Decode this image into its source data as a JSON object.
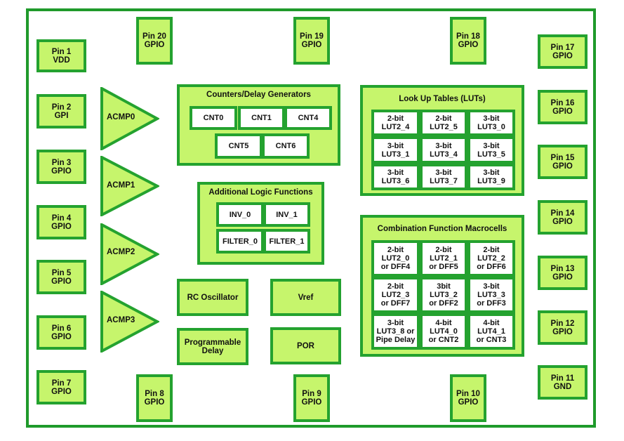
{
  "pins_left": [
    "Pin 1\nVDD",
    "Pin 2\nGPI",
    "Pin 3\nGPIO",
    "Pin 4\nGPIO",
    "Pin 5\nGPIO",
    "Pin 6\nGPIO",
    "Pin 7\nGPIO"
  ],
  "pins_top": [
    "Pin 20\nGPIO",
    "Pin 19\nGPIO",
    "Pin 18\nGPIO"
  ],
  "pins_bottom": [
    "Pin 8\nGPIO",
    "Pin 9\nGPIO",
    "Pin 10\nGPIO"
  ],
  "pins_right": [
    "Pin 17\nGPIO",
    "Pin 16\nGPIO",
    "Pin 15\nGPIO",
    "Pin 14\nGPIO",
    "Pin 13\nGPIO",
    "Pin 12\nGPIO",
    "Pin 11\nGND"
  ],
  "comparators": [
    "ACMP0",
    "ACMP1",
    "ACMP2",
    "ACMP3"
  ],
  "counters": {
    "title": "Counters/Delay Generators",
    "cells": [
      "CNT0",
      "CNT1",
      "CNT4",
      "CNT5",
      "CNT6"
    ]
  },
  "logic": {
    "title": "Additional Logic Functions",
    "cells": [
      "INV_0",
      "INV_1",
      "FILTER_0",
      "FILTER_1"
    ]
  },
  "luts": {
    "title": "Look Up Tables (LUTs)",
    "cells": [
      "2-bit\nLUT2_4",
      "2-bit\nLUT2_5",
      "3-bit\nLUT3_0",
      "3-bit\nLUT3_1",
      "3-bit\nLUT3_4",
      "3-bit\nLUT3_5",
      "3-bit\nLUT3_6",
      "3-bit\nLUT3_7",
      "3-bit\nLUT3_9"
    ]
  },
  "macrocells": {
    "title": "Combination Function Macrocells",
    "cells": [
      "2-bit\nLUT2_0\nor DFF4",
      "2-bit\nLUT2_1\nor DFF5",
      "2-bit\nLUT2_2\nor DFF6",
      "2-bit\nLUT2_3\nor DFF7",
      "3bit\nLUT3_2\nor DFF2",
      "3-bit\nLUT3_3\nor DFF3",
      "3-bit\nLUT3_8 or\nPipe Delay",
      "4-bit\nLUT4_0\nor CNT2",
      "4-bit\nLUT4_1\nor CNT3"
    ]
  },
  "blocks": {
    "rc_oscillator": "RC Oscillator",
    "vref": "Vref",
    "programmable_delay": "Programmable\nDelay",
    "por": "POR"
  }
}
